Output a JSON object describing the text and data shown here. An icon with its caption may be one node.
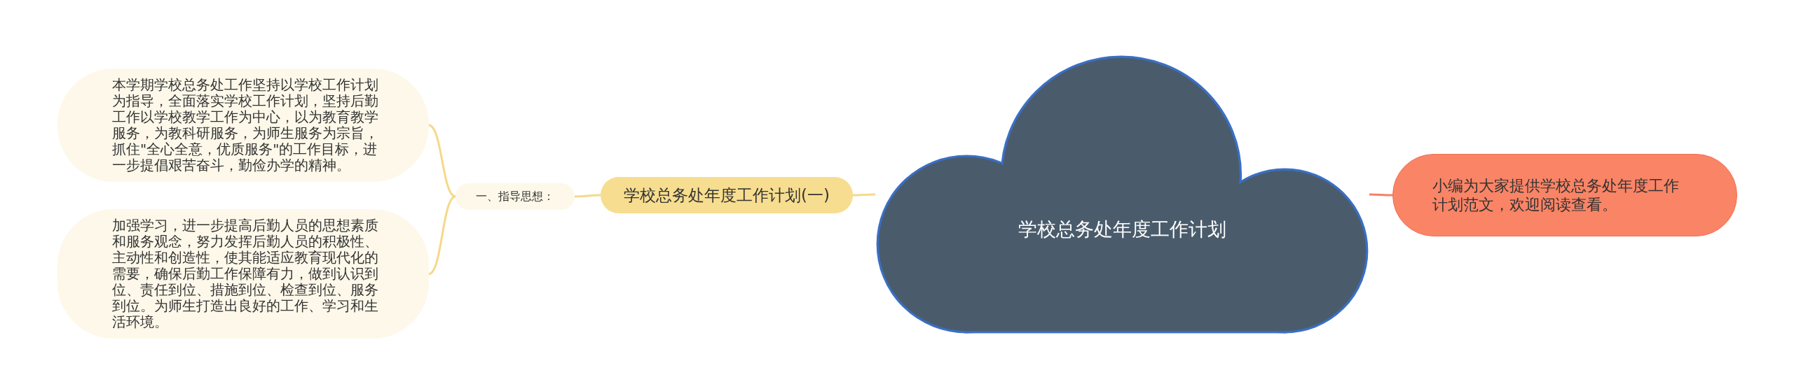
{
  "diagram": {
    "nodes": [
      {
        "text": [
          "学校总务处年度工作计划"
        ]
      },
      {
        "text": [
          "学校总务处年度工作计划(一)"
        ]
      },
      {
        "text": [
          "一、指导思想："
        ]
      },
      {
        "text": [
          "本学期学校总务处工作坚持以学校工作计划为指导，全面落实学校工作计划，坚持后勤工作以学校教学工作为中心，以为教育教学服务，为教科研服务，为师生服务为宗旨，抓住\"全心全意，优质服务\"的工作目标，进一步提倡艰苦奋斗，勤俭办学的精神。"
        ]
      },
      {
        "text": [
          "加强学习，进一步提高后勤人员的思想素质和服务观念，努力发挥后勤人员的积极性、主动性和创造性，使其能适应教育现代化的需要，确保后勤工作保障有力，做到认识到位、责任到位、措施到位、检查到位、服务到位。为师生打造出良好的工作、学习和生活环境。"
        ]
      },
      {
        "text": [
          "小编为大家提供学校总务处年度工作计划范文，欢迎阅读查看。"
        ]
      }
    ],
    "edges": [
      {
        "from": 0,
        "to": 1,
        "arrow": "none"
      },
      {
        "from": 1,
        "to": 2,
        "arrow": "none"
      },
      {
        "from": 2,
        "to": 3,
        "arrow": "none"
      },
      {
        "from": 2,
        "to": 4,
        "arrow": "none"
      },
      {
        "from": 0,
        "to": 5,
        "arrow": "none",
        "color": "#f78066"
      }
    ]
  }
}
